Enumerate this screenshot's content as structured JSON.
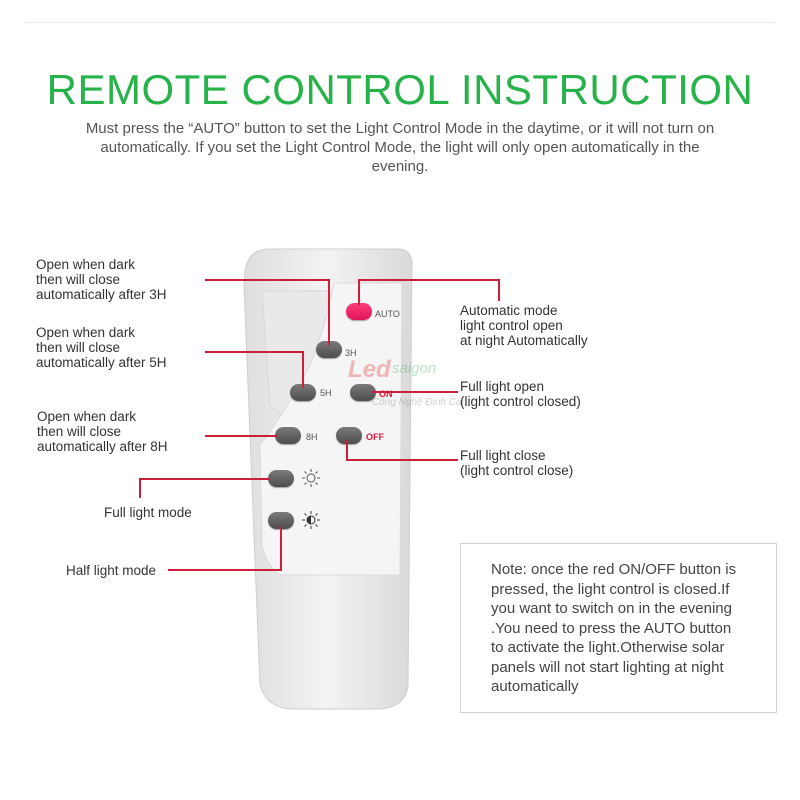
{
  "header": {
    "title": "REMOTE CONTROL INSTRUCTION",
    "subtitle": "Must press the “AUTO” button to set the Light Control Mode in the daytime, or it will not turn on automatically. If you set the Light Control Mode, the light will only open automatically in the evening."
  },
  "callouts": {
    "open_3h": "Open when dark\nthen will close\nautomatically after 3H",
    "open_5h": "Open when dark\nthen will close\nautomatically after 5H",
    "open_8h": "Open when dark\nthen will close\nautomatically after 8H",
    "full_light_mode": "Full light mode",
    "half_light_mode": "Half light mode",
    "auto_mode": "Automatic mode\nlight control  open\nat night Automatically",
    "full_light_open": "Full light open\n(light control closed)",
    "full_light_close": "Full light close\n(light control close)"
  },
  "remote": {
    "auto_label": "AUTO",
    "h3_label": "3H",
    "h5_label": "5H",
    "on_label": "ON",
    "h8_label": "8H",
    "off_label": "OFF",
    "full_icon": "sun-outline-icon",
    "half_icon": "half-sun-icon"
  },
  "note": {
    "text": "Note: once the red ON/OFF button is\npressed, the light control is closed.If\nyou want to switch on in the evening\n.You need to press the AUTO button\nto activate the light.Otherwise solar\npanels will not start lighting at night\nautomatically"
  },
  "watermark": {
    "brand": "Led",
    "brand2": "saigon",
    "tagline": "Công Nghệ Định Cao"
  },
  "colors": {
    "title": "#27b24a",
    "leader_line": "#cc1f3a",
    "auto_button": "#e0145a"
  }
}
